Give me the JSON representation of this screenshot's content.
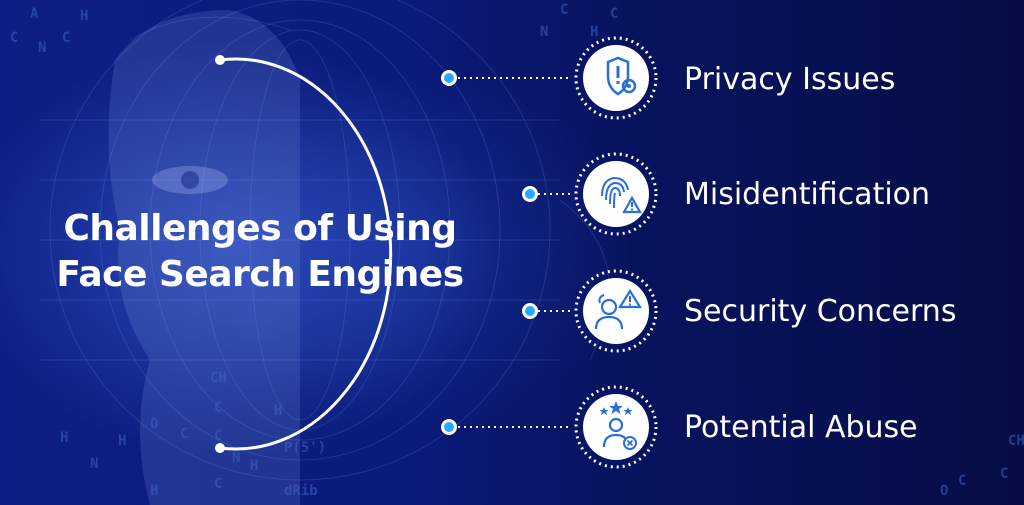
{
  "title": {
    "line1": "Challenges of Using",
    "line2": "Face Search Engines"
  },
  "items": [
    {
      "label": "Privacy Issues",
      "icon": "shield-gear-icon"
    },
    {
      "label": "Misidentification",
      "icon": "fingerprint-warning-icon"
    },
    {
      "label": "Security Concerns",
      "icon": "person-warning-icon"
    },
    {
      "label": "Potential Abuse",
      "icon": "person-stars-icon"
    }
  ],
  "background_glyphs": [
    "A",
    "C",
    "N",
    "C",
    "H",
    "C",
    "H",
    "C",
    "N",
    "C",
    "H",
    "C",
    "CH3",
    "C",
    "C",
    "H",
    "O",
    "C",
    "H",
    "H",
    "N",
    "C",
    "H",
    "C",
    "N",
    "P(5')",
    "dRib",
    "H",
    "C",
    "O",
    "C",
    "CH"
  ],
  "colors": {
    "background_dark": "#060d45",
    "background_mid": "#0c1f86",
    "accent_dot": "#29a8ff",
    "text": "#ffffff",
    "icon_blue": "#2b6fd6"
  }
}
